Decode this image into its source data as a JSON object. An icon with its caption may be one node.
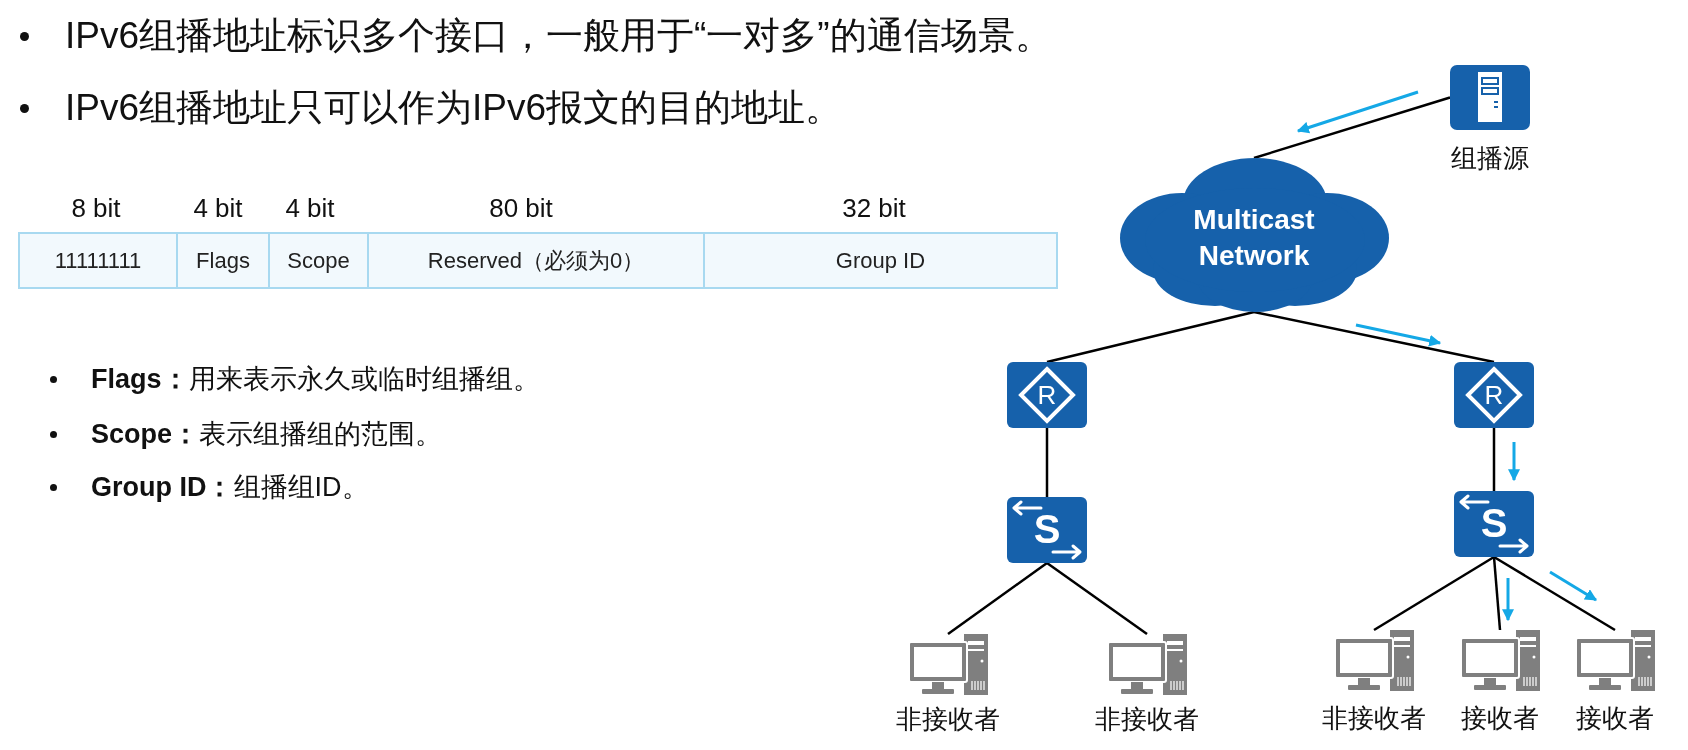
{
  "diagram": {
    "nodes": [
      {
        "text": [
          "组播源"
        ]
      },
      {
        "text": [
          "Multicast Network"
        ]
      },
      {
        "text": [
          "R"
        ]
      },
      {
        "text": [
          "R"
        ]
      },
      {
        "text": [
          "S"
        ]
      },
      {
        "text": [
          "S"
        ]
      },
      {
        "text": [
          "非接收者"
        ]
      },
      {
        "text": [
          "非接收者"
        ]
      },
      {
        "text": [
          "非接收者"
        ]
      },
      {
        "text": [
          "接收者"
        ]
      },
      {
        "text": [
          "接收者"
        ]
      }
    ],
    "edges": [
      {
        "from": 0,
        "to": 1,
        "arrow": "none"
      },
      {
        "from": 1,
        "to": 2,
        "arrow": "none"
      },
      {
        "from": 1,
        "to": 3,
        "arrow": "none"
      },
      {
        "from": 2,
        "to": 4,
        "arrow": "none"
      },
      {
        "from": 3,
        "to": 5,
        "arrow": "none"
      },
      {
        "from": 4,
        "to": 6,
        "arrow": "none"
      },
      {
        "from": 4,
        "to": 7,
        "arrow": "none"
      },
      {
        "from": 5,
        "to": 8,
        "arrow": "none"
      },
      {
        "from": 5,
        "to": 9,
        "arrow": "none"
      },
      {
        "from": 5,
        "to": 10,
        "arrow": "none"
      }
    ],
    "labels": [
      "IPv6组播地址标识多个接口，一般用于“一对多”的通信场景。",
      "IPv6组播地址只可以作为IPv6报文的目的地址。",
      "8 bit",
      "4 bit",
      "4 bit",
      "80 bit",
      "32 bit",
      "11111111",
      "Flags",
      "Scope",
      "Reserved（必须为0）",
      "Group ID",
      "**Flags：**用来表示永久或临时组播组。",
      "**Scope：**表示组播组的范围。",
      "**Group ID：**组播组ID。"
    ]
  }
}
